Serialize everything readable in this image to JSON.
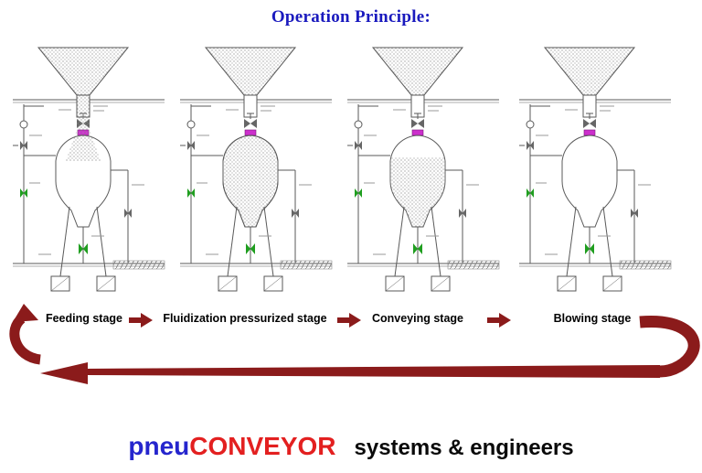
{
  "title": "Operation Principle:",
  "stages": [
    {
      "label": "Feeding stage"
    },
    {
      "label": "Fluidization pressurized stage"
    },
    {
      "label": "Conveying stage"
    },
    {
      "label": "Blowing stage"
    }
  ],
  "footer": {
    "brand_blue_text": "pneu",
    "brand_red_text": "CONVEYOR",
    "tagline": "systems & engineers"
  },
  "colors": {
    "title": "#1a1abe",
    "cycle_arrows": "#8B1B1B",
    "brand_blue": "#2525cd",
    "brand_red": "#e32020",
    "diagram_lines": "#5a5a5a",
    "valve_green": "#1f9e1f",
    "valve_magenta": "#cc2fcc"
  }
}
